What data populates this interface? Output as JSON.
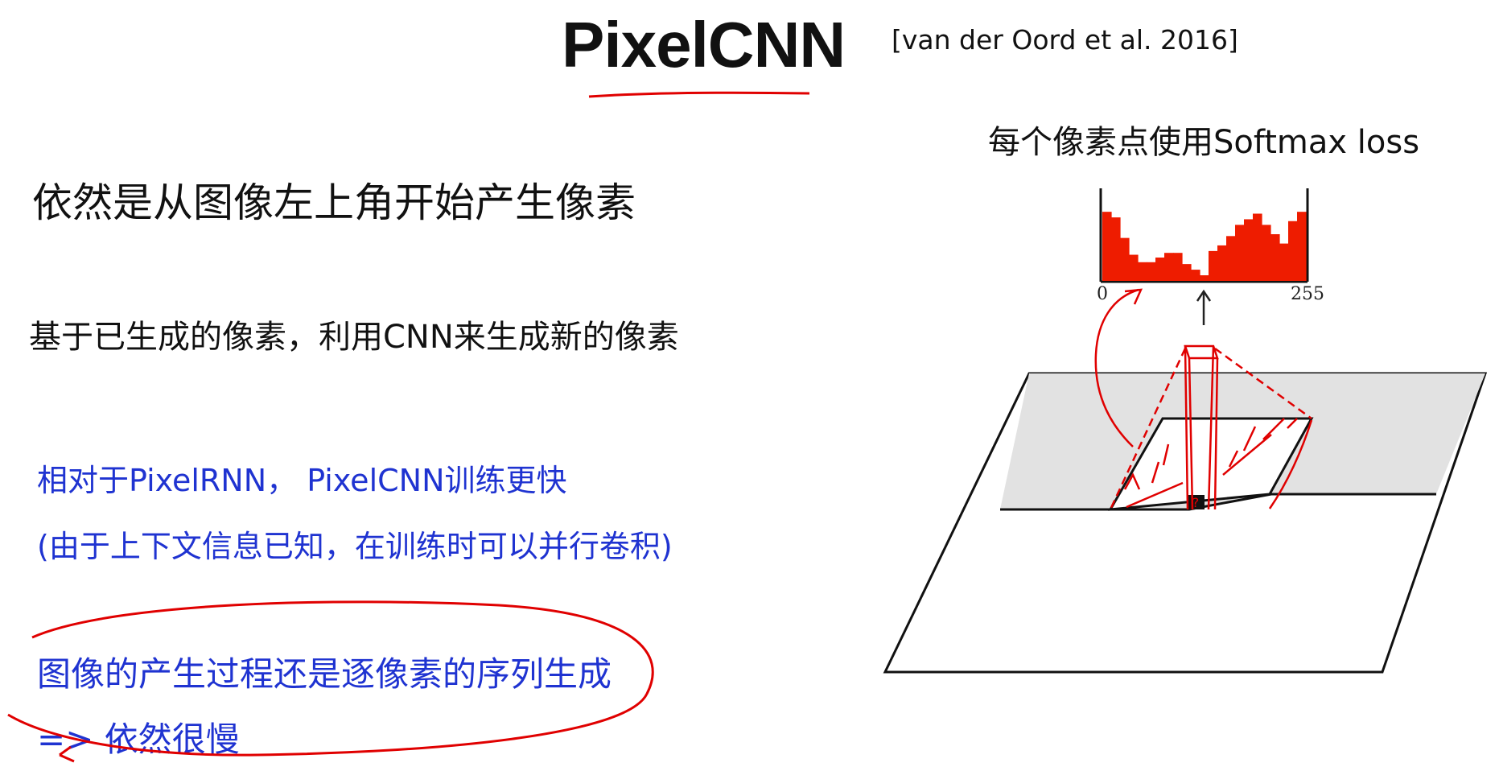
{
  "slide": {
    "title": "PixelCNN",
    "citation": "[van der Oord et al. 2016]",
    "lines": [
      "依然是从图像左上角开始产生像素",
      "基于已生成的像素，利用CNN来生成新的像素",
      "相对于PixelRNN， PixelCNN训练更快",
      "(由于上下文信息已知，在训练时可以并行卷积)",
      "图像的产生过程还是逐像素的序列生成",
      "=> 依然很慢"
    ]
  },
  "diagram": {
    "caption": "每个像素点使用Softmax loss",
    "histogram": {
      "x_start_label": "0",
      "x_end_label": "255",
      "bar_color": "#ee1c00",
      "bars": [
        0.74,
        0.68,
        0.46,
        0.28,
        0.2,
        0.2,
        0.25,
        0.3,
        0.3,
        0.18,
        0.12,
        0.06,
        0.32,
        0.38,
        0.48,
        0.6,
        0.66,
        0.72,
        0.6,
        0.5,
        0.4,
        0.64,
        0.74
      ]
    },
    "pixel_label": "?"
  },
  "colors": {
    "text": "#111111",
    "blue_text": "#1f33d1",
    "annotation_red": "#e00000",
    "region_gray": "#e2e2e2"
  }
}
